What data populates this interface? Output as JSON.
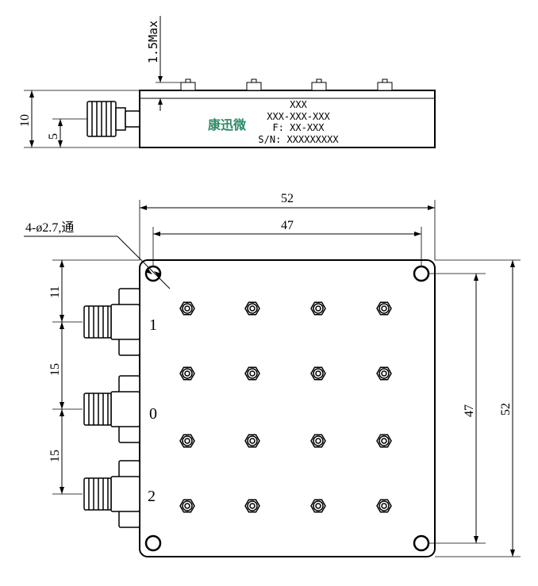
{
  "top_view": {
    "height_max_label": "1.5Max",
    "overall_height_label": "10",
    "connector_height_label": "5",
    "logo_text": "康迅微",
    "label_lines": [
      "XXX",
      "XXX-XXX-XXX",
      "F: XX-XXX",
      "S/N: XXXXXXXXX"
    ]
  },
  "plan_view": {
    "overall_width_label": "52",
    "hole_pitch_x_label": "47",
    "hole_note": "4-ø2.7,通",
    "spacing_top_label": "11",
    "spacing_mid1_label": "15",
    "spacing_mid2_label": "15",
    "hole_pitch_y_label": "47",
    "overall_height_label": "52",
    "port_labels": [
      "1",
      "0",
      "2"
    ]
  }
}
